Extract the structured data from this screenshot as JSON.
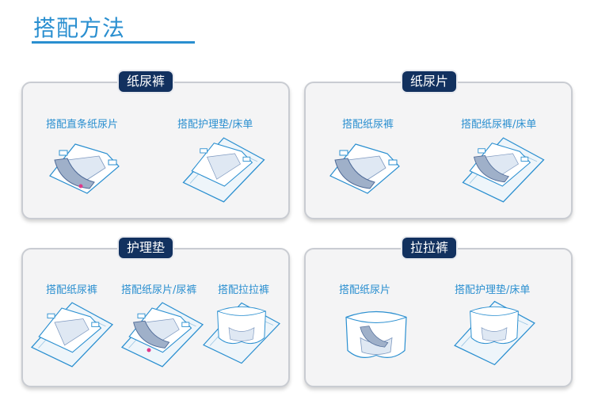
{
  "title": "搭配方法",
  "panels": [
    {
      "heading": "纸尿裤",
      "labels": [
        "搭配直条纸尿片",
        "搭配护理垫/床单"
      ]
    },
    {
      "heading": "纸尿片",
      "labels": [
        "搭配纸尿裤",
        "搭配纸尿裤/床单"
      ]
    },
    {
      "heading": "护理垫",
      "labels": [
        "搭配纸尿裤",
        "搭配纸尿片/尿裤",
        "搭配拉拉裤"
      ]
    },
    {
      "heading": "拉拉裤",
      "labels": [
        "搭配纸尿片",
        "搭配护理垫/床单"
      ]
    }
  ],
  "colors": {
    "accent": "#2a8fd0",
    "badge": "#12315f",
    "panel_bg": "#f4f4f5",
    "pad": "#9fb0c9",
    "marker": "#e0398a"
  }
}
